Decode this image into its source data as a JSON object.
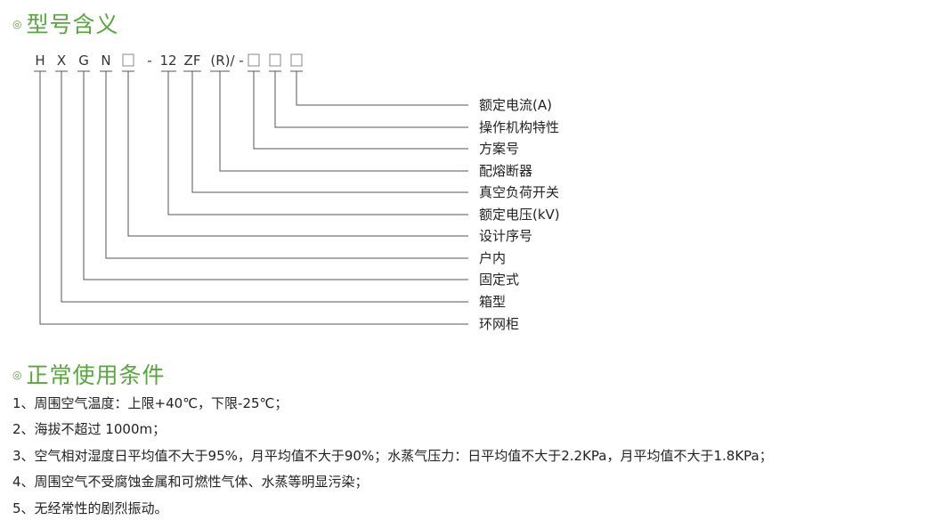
{
  "colors": {
    "accent": "#5aa63e",
    "line": "#555555",
    "box": "#888888"
  },
  "section1": {
    "bullet": "◎",
    "title": "型号含义"
  },
  "section2": {
    "bullet": "◎",
    "title": "正常使用条件"
  },
  "model_code": {
    "parts": [
      "H",
      "X",
      "G",
      "N",
      "□",
      "-",
      "12",
      "ZF",
      "(R)/",
      "-",
      "□",
      "□",
      "□"
    ],
    "labels": [
      "额定电流(A)",
      "操作机构特性",
      "方案号",
      "配熔断器",
      "真空负荷开关",
      "额定电压(kV)",
      "设计序号",
      "户内",
      "固定式",
      "箱型",
      "环网柜"
    ]
  },
  "conditions": [
    "1、周围空气温度：上限+40℃，下限-25℃；",
    "2、海拔不超过 1000m；",
    "3、空气相对湿度日平均值不大于95%，月平均值不大于90%；水蒸气压力：日平均值不大于2.2KPa，月平均值不大于1.8KPa；",
    "4、周围空气不受腐蚀金属和可燃性气体、水蒸等明显污染；",
    "5、无经常性的剧烈振动。"
  ]
}
